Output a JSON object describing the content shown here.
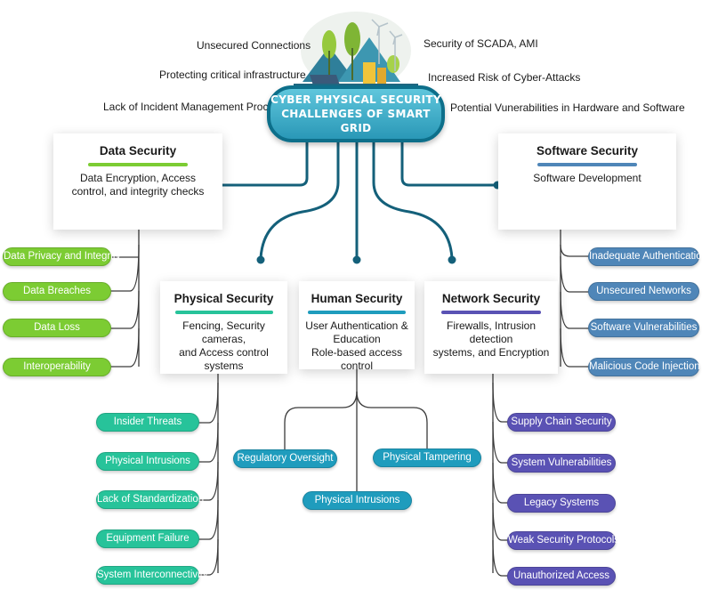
{
  "colors": {
    "green": "#7ccc33",
    "blue": "#4f86b8",
    "teal": "#27c39a",
    "cyan": "#1f9cbd",
    "purple": "#5a52b4",
    "hub": "#2a98b7"
  },
  "illustration": {
    "icon": "smart-grid-city-icon"
  },
  "hub": {
    "title": "CYBER PHYSICAL SECURITY\nCHALLENGES OF SMART GRID"
  },
  "top_notes": [
    "Unsecured Connections",
    "Protecting critical infrastructure",
    "Lack of Incident Management Processes",
    "Security of SCADA, AMI",
    "Increased Risk of Cyber-Attacks",
    "Potential Vunerabilities in Hardware and Software"
  ],
  "categories": {
    "data": {
      "title": "Data Security",
      "body": "Data Encryption, Access\ncontrol, and integrity checks",
      "items": [
        "Data Privacy and Integrity",
        "Data Breaches",
        "Data Loss",
        "Interoperability"
      ]
    },
    "software": {
      "title": "Software Security",
      "body": "Software Development",
      "items": [
        "Inadequate Authentication",
        "Unsecured Networks",
        "Software Vulnerabilities",
        "Malicious Code Injection"
      ]
    },
    "physical": {
      "title": "Physical Security",
      "body": "Fencing, Security cameras,\nand Access control systems",
      "items": [
        "Insider Threats",
        "Physical Intrusions",
        "Lack of Standardization",
        "Equipment Failure",
        "System Interconnectivity"
      ]
    },
    "human": {
      "title": "Human Security",
      "body": "User Authentication &\nEducation\nRole-based access control",
      "items": [
        "Regulatory Oversight",
        "Physical Tampering",
        "Physical Intrusions"
      ]
    },
    "network": {
      "title": "Network Security",
      "body": "Firewalls, Intrusion detection\nsystems, and Encryption",
      "items": [
        "Supply Chain Security",
        "System Vulnerabilities",
        "Legacy Systems",
        "Weak Security Protocols",
        "Unauthorized Access"
      ]
    }
  }
}
